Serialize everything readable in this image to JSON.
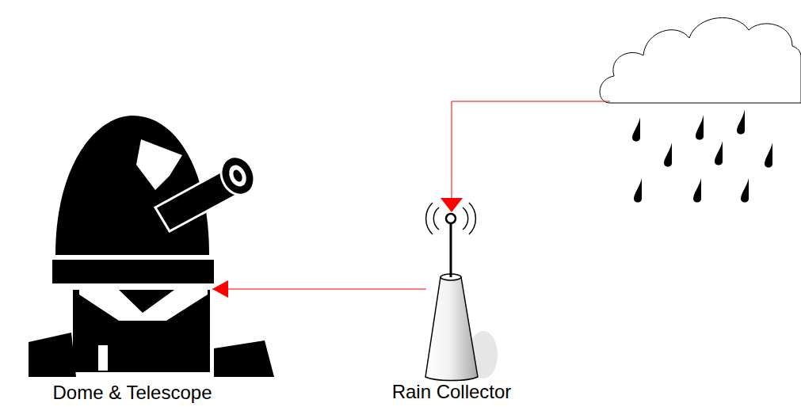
{
  "diagram": {
    "nodes": [
      {
        "text": [
          "Dome & Telescope"
        ]
      },
      {
        "text": [
          "Rain Collector"
        ]
      }
    ],
    "edges": [
      {
        "from": 1,
        "to": 0,
        "arrow": "to"
      }
    ]
  }
}
